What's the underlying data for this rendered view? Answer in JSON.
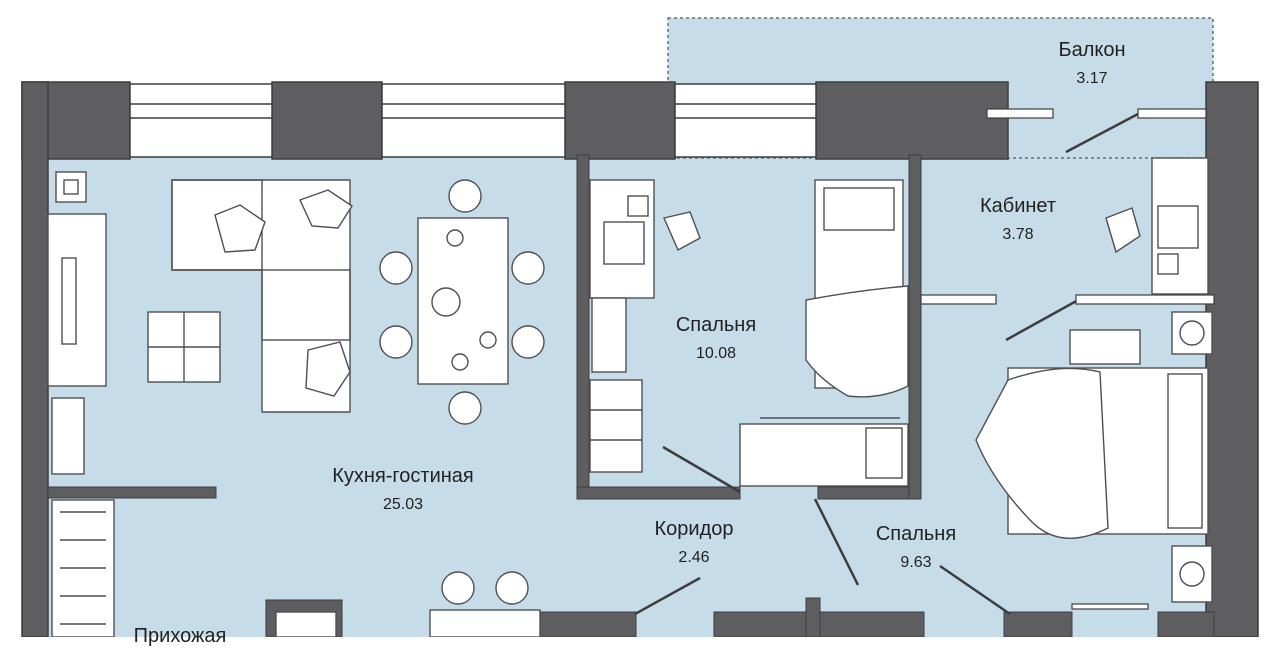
{
  "colors": {
    "floor": "#c6dce9",
    "wall": "#5e5e60",
    "wall_outline": "#3d3d3f",
    "furniture_stroke": "#4f4f52",
    "furniture_fill": "#ffffff",
    "text": "#222222"
  },
  "rooms": {
    "balcony": {
      "name": "Балкон",
      "area": "3.17"
    },
    "study": {
      "name": "Кабинет",
      "area": "3.78"
    },
    "bedroom_1": {
      "name": "Спальня",
      "area": "10.08"
    },
    "kitchen_living": {
      "name": "Кухня-гостиная",
      "area": "25.03"
    },
    "corridor": {
      "name": "Коридор",
      "area": "2.46"
    },
    "bedroom_2": {
      "name": "Спальня",
      "area": "9.63"
    },
    "hallway": {
      "name": "Прихожая"
    }
  }
}
